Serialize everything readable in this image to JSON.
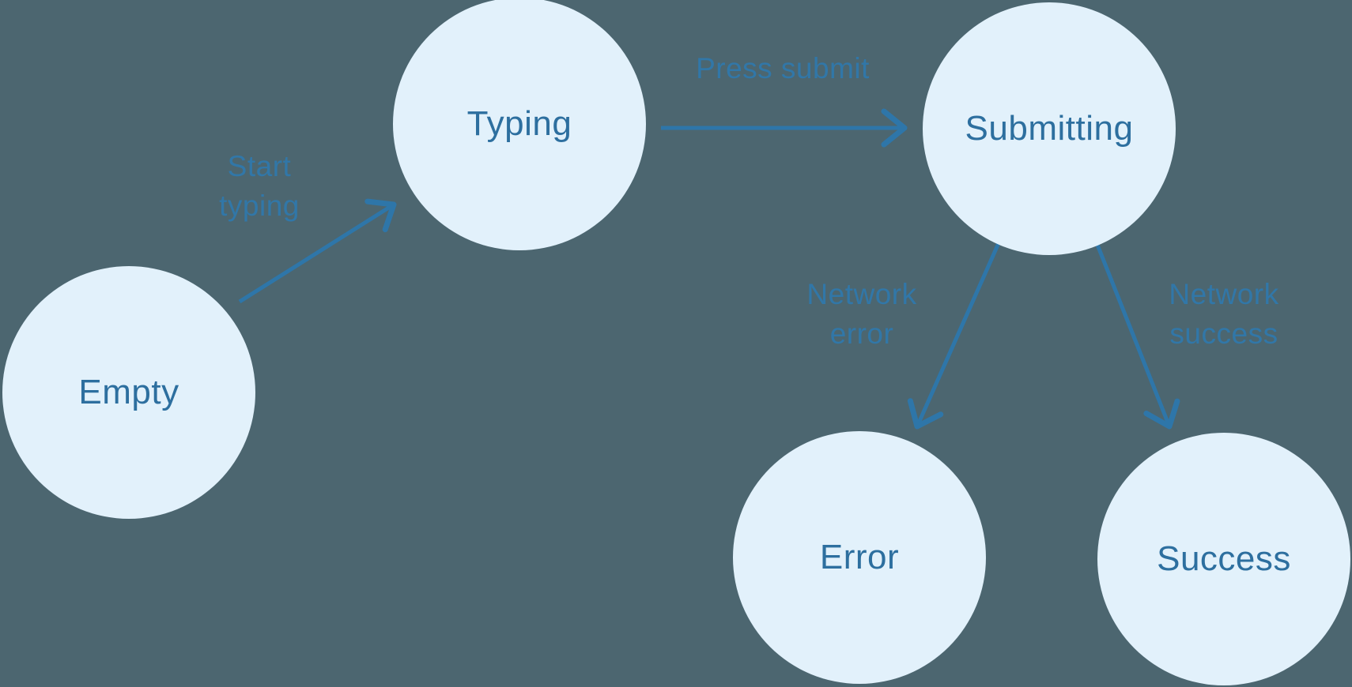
{
  "diagram": {
    "type": "state-machine",
    "nodes": [
      {
        "id": "empty",
        "label": "Empty"
      },
      {
        "id": "typing",
        "label": "Typing"
      },
      {
        "id": "submitting",
        "label": "Submitting"
      },
      {
        "id": "error",
        "label": "Error"
      },
      {
        "id": "success",
        "label": "Success"
      }
    ],
    "edges": [
      {
        "from": "empty",
        "to": "typing",
        "label": "Start\ntyping"
      },
      {
        "from": "typing",
        "to": "submitting",
        "label": "Press submit"
      },
      {
        "from": "submitting",
        "to": "error",
        "label": "Network\nerror"
      },
      {
        "from": "submitting",
        "to": "success",
        "label": "Network\nsuccess"
      }
    ],
    "colors": {
      "background": "#4C6670",
      "node_fill": "#E2F1FB",
      "node_text": "#2D6F9F",
      "arrow": "#2E76A9",
      "edge_label": "#3177A8"
    }
  }
}
